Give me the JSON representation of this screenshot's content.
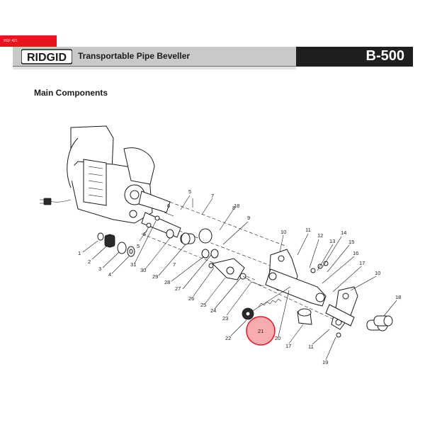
{
  "ref_tag": "REF 421",
  "header": {
    "brand": "RIDGID",
    "product_title": "Transportable Pipe Beveller",
    "model": "B-500"
  },
  "section_heading": "Main Components",
  "highlight": {
    "color": "#e8141e",
    "part": "21"
  },
  "callouts": [
    "1",
    "2",
    "3",
    "4",
    "5",
    "5",
    "6",
    "6",
    "7",
    "7",
    "8",
    "9",
    "10",
    "10",
    "11",
    "11",
    "12",
    "13",
    "14",
    "15",
    "16",
    "17",
    "17",
    "18",
    "18",
    "19",
    "20",
    "21",
    "22",
    "23",
    "24",
    "25",
    "26",
    "27",
    "28",
    "29",
    "30",
    "31"
  ]
}
